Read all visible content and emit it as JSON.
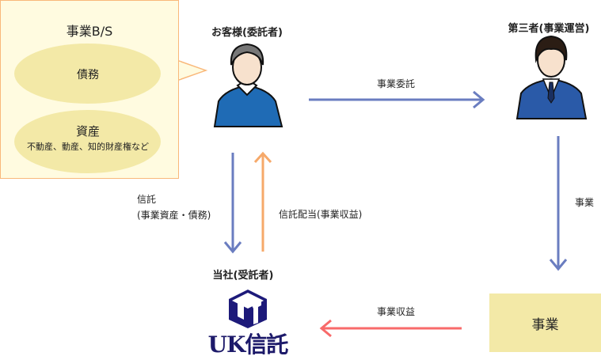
{
  "balance_sheet": {
    "title": "事業B/S",
    "liability": "債務",
    "asset": "資産",
    "asset_examples": "不動産、動産、知的財産権など"
  },
  "client": {
    "label": "お客様(委託者)"
  },
  "third_party": {
    "label": "第三者(事業運営)"
  },
  "trustee": {
    "label": "当社(受託者)",
    "logo_text": "UK信託"
  },
  "business": {
    "label": "事業"
  },
  "flows": {
    "consignment": "事業委託",
    "business_down": "事業",
    "trust_line1": "信託",
    "trust_line2": "(事業資産・債務)",
    "dividend": "信託配当(事業収益)",
    "revenue": "事業収益"
  },
  "colors": {
    "blue_arrow": "#6a7dc0",
    "orange_arrow": "#f6a96a",
    "red_arrow": "#f86a6a",
    "box_fill": "#f3e9a7",
    "bs_border": "#f9b87a"
  }
}
